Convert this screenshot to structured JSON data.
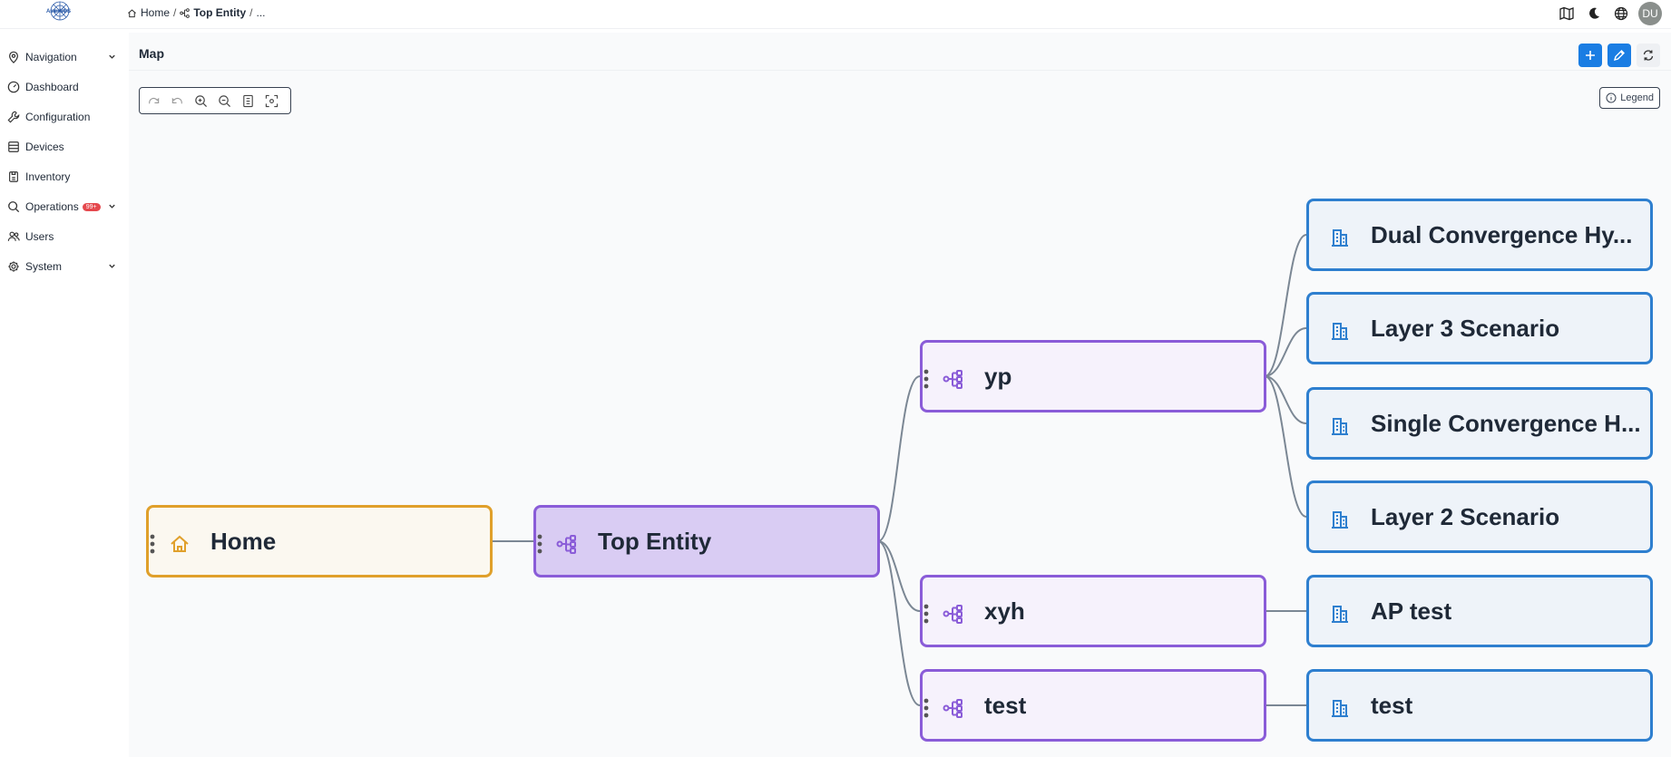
{
  "header": {
    "logo_text": "AsterNOS",
    "breadcrumb": {
      "home": "Home",
      "sep1": "/",
      "current": "Top Entity",
      "sep2": "/",
      "ellipsis": "..."
    },
    "avatar": "DU"
  },
  "sidebar": {
    "items": [
      {
        "label": "Navigation",
        "icon": "map-pin-icon",
        "has_chevron": true
      },
      {
        "label": "Dashboard",
        "icon": "dashboard-icon"
      },
      {
        "label": "Configuration",
        "icon": "wrench-icon"
      },
      {
        "label": "Devices",
        "icon": "devices-icon"
      },
      {
        "label": "Inventory",
        "icon": "inventory-icon"
      },
      {
        "label": "Operations",
        "icon": "search-icon",
        "badge": "99+",
        "has_chevron": true
      },
      {
        "label": "Users",
        "icon": "users-icon"
      },
      {
        "label": "System",
        "icon": "gear-icon",
        "has_chevron": true
      }
    ]
  },
  "page": {
    "title": "Map",
    "legend_label": "Legend"
  },
  "tree": {
    "root": {
      "label": "Home"
    },
    "top": {
      "label": "Top Entity"
    },
    "groups": [
      {
        "label": "yp",
        "children": [
          "Dual Convergence Hy...",
          "Layer 3 Scenario",
          "Single Convergence H...",
          "Layer 2 Scenario"
        ]
      },
      {
        "label": "xyh",
        "children": [
          "AP test"
        ]
      },
      {
        "label": "test",
        "children": [
          "test"
        ]
      }
    ]
  },
  "colors": {
    "accent_blue": "#1a7de3",
    "home_border": "#e0a02b",
    "group_border": "#8a5cd8",
    "site_border": "#2e7fcf",
    "badge_red": "#e5484d"
  }
}
